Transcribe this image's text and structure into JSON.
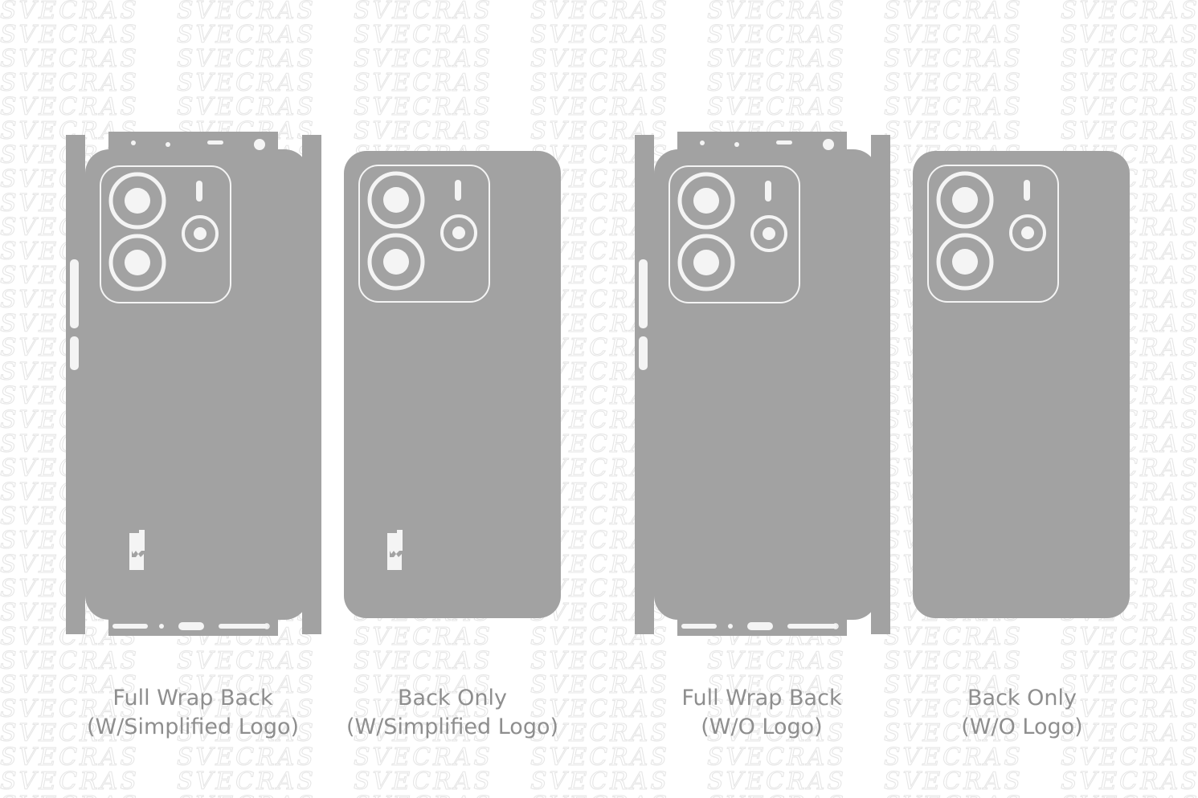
{
  "colors": {
    "background": "#ffffff",
    "skin_fill": "#a2a2a2",
    "cutout_line": "#f4f4f4",
    "caption_text": "#8e8e8e",
    "watermark": "#e6e6e6"
  },
  "watermark": {
    "text": "SVECRAS"
  },
  "panels": [
    {
      "type": "full-wrap-back",
      "has_logo": true,
      "caption_line1": "Full Wrap Back",
      "caption_line2": "(W/Simplified Logo)"
    },
    {
      "type": "back-only",
      "has_logo": true,
      "caption_line1": "Back Only",
      "caption_line2": "(W/Simplified Logo)"
    },
    {
      "type": "full-wrap-back",
      "has_logo": false,
      "caption_line1": "Full Wrap Back",
      "caption_line2": "(W/O Logo)"
    },
    {
      "type": "back-only",
      "has_logo": false,
      "caption_line1": "Back Only",
      "caption_line2": "(W/O Logo)"
    }
  ]
}
